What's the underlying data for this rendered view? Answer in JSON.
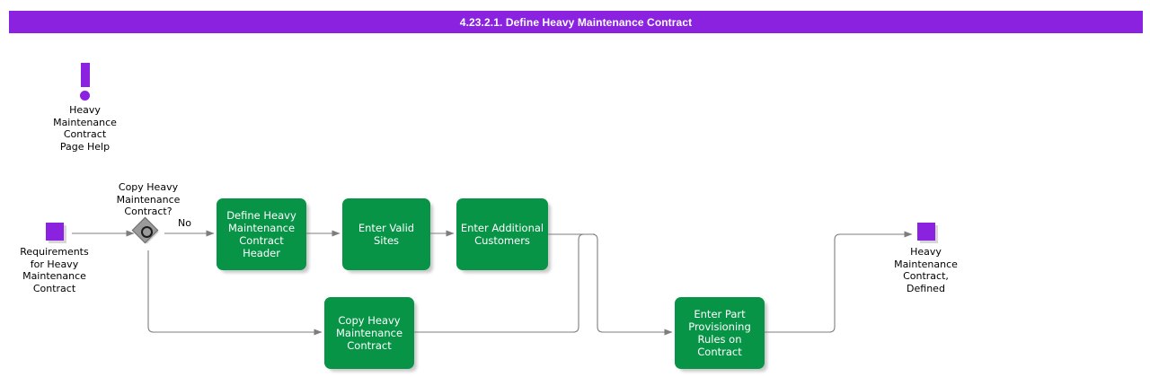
{
  "header": {
    "title": "4.23.2.1. Define Heavy Maintenance Contract",
    "bar_color": "#8A22E0",
    "text_color": "#FFFFFF"
  },
  "palette": {
    "purple": "#8A22E0",
    "green": "#089447",
    "diamond_gray": "#9A9A9A",
    "edge_gray": "#808080",
    "canvas": "#FFFFFF"
  },
  "page_help": {
    "icon": "exclamation-mark-icon",
    "label": "Heavy\nMaintenance\nContract\nPage Help"
  },
  "nodes": {
    "start": {
      "type": "terminator",
      "shape": "purple-square",
      "label": "Requirements\nfor Heavy\nMaintenance\nContract"
    },
    "decision": {
      "type": "decision",
      "shape": "diamond",
      "label": "Copy Heavy\nMaintenance\nContract?"
    },
    "define_header": {
      "type": "activity",
      "label": "Define Heavy\nMaintenance\nContract Header"
    },
    "enter_valid_sites": {
      "type": "activity",
      "label": "Enter Valid Sites"
    },
    "enter_additional_customers": {
      "type": "activity",
      "label": "Enter Additional\nCustomers"
    },
    "copy_contract": {
      "type": "activity",
      "label": "Copy Heavy\nMaintenance\nContract"
    },
    "enter_part_provisioning": {
      "type": "activity",
      "label": "Enter Part\nProvisioning\nRules on\nContract"
    },
    "end": {
      "type": "terminator",
      "shape": "purple-square",
      "label": "Heavy\nMaintenance\nContract,\nDefined"
    }
  },
  "edges": [
    {
      "id": "start-to-decision",
      "from": "start",
      "to": "decision",
      "label": ""
    },
    {
      "id": "decision-no-to-define-header",
      "from": "decision",
      "to": "define_header",
      "label": "No"
    },
    {
      "id": "define-header-to-valid-sites",
      "from": "define_header",
      "to": "enter_valid_sites",
      "label": ""
    },
    {
      "id": "valid-sites-to-additional-customers",
      "from": "enter_valid_sites",
      "to": "enter_additional_customers",
      "label": ""
    },
    {
      "id": "decision-to-copy-contract",
      "from": "decision",
      "to": "copy_contract",
      "label": ""
    },
    {
      "id": "additional-customers-to-part-provisioning",
      "from": "enter_additional_customers",
      "to": "enter_part_provisioning",
      "label": ""
    },
    {
      "id": "copy-contract-to-part-provisioning",
      "from": "copy_contract",
      "to": "enter_part_provisioning",
      "label": ""
    },
    {
      "id": "part-provisioning-to-end",
      "from": "enter_part_provisioning",
      "to": "end",
      "label": ""
    }
  ]
}
